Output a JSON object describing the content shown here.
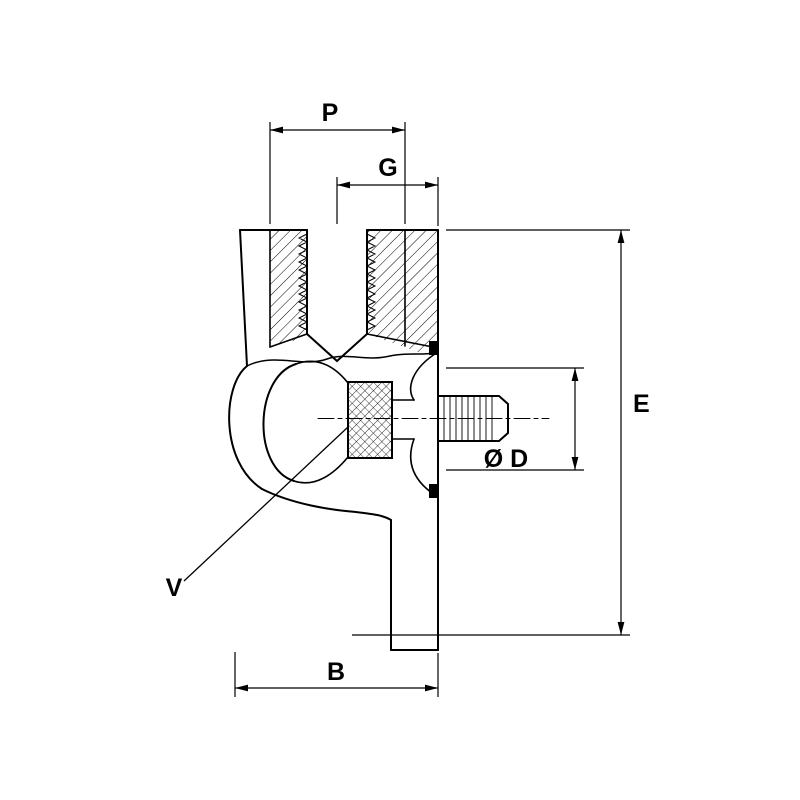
{
  "drawing": {
    "type": "technical-cross-section-fitting",
    "background_color": "#ffffff",
    "line_color": "#000000",
    "labels": {
      "p": "P",
      "g": "G",
      "e": "E",
      "diameter_d": "Ø D",
      "v": "V",
      "b": "B"
    }
  }
}
